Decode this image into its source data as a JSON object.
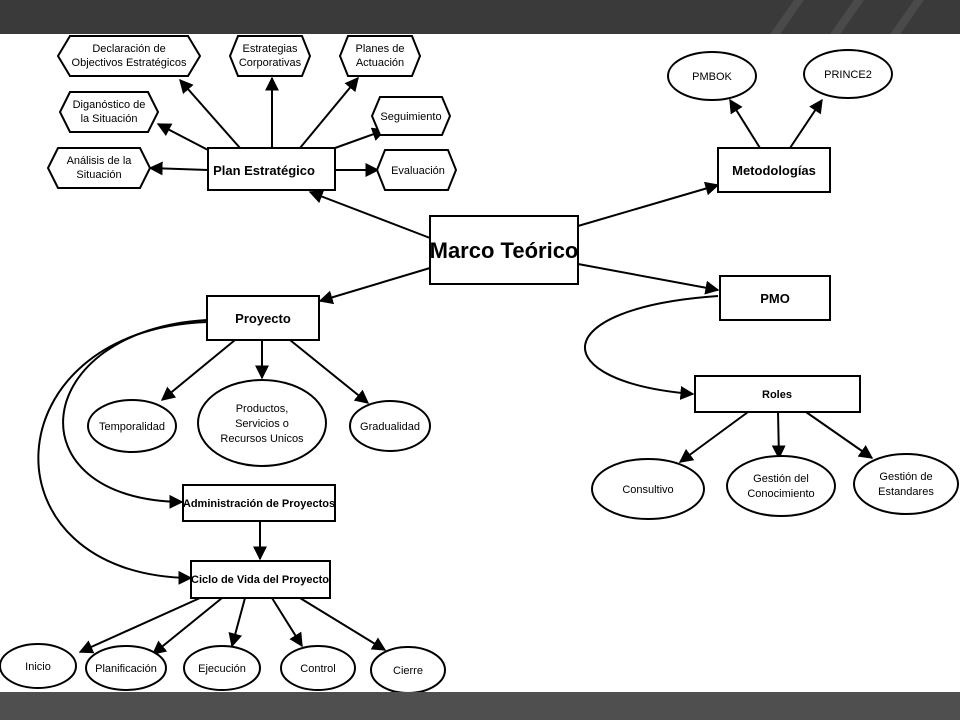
{
  "central": "Marco Teórico",
  "plan": {
    "label": "Plan Estratégico",
    "hex_items": [
      [
        "Declaración de",
        "Objectivos Estratégicos"
      ],
      [
        "Estrategias",
        "Corporativas"
      ],
      [
        "Planes de",
        "Actuación"
      ],
      [
        "Diganóstico de",
        "la Situación"
      ],
      [
        "Seguimiento"
      ],
      [
        "Análisis de la",
        "Situación"
      ],
      [
        "Evaluación"
      ]
    ]
  },
  "metodologias": {
    "label": "Metodologías",
    "items": [
      "PMBOK",
      "PRINCE2"
    ]
  },
  "pmo": {
    "label": "PMO",
    "roles_label": "Roles",
    "roles": [
      [
        "Consultivo"
      ],
      [
        "Gestión del",
        "Conocimiento"
      ],
      [
        "Gestión de",
        "Estandares"
      ]
    ]
  },
  "proyecto": {
    "label": "Proyecto",
    "traits": [
      [
        "Temporalidad"
      ],
      [
        "Productos,",
        "Servicios o",
        "Recursos Unicos"
      ],
      [
        "Gradualidad"
      ]
    ],
    "administracion": "Administración de Proyectos",
    "ciclo": "Ciclo de Vida del Proyecto",
    "phases": [
      "Inicio",
      "Planificación",
      "Ejecución",
      "Control",
      "Cierre"
    ]
  }
}
